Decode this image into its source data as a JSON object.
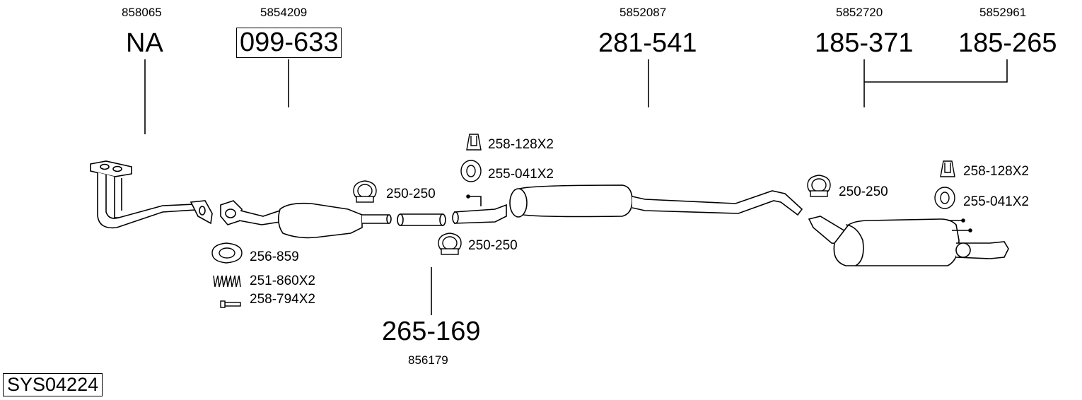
{
  "system_code": "SYS04224",
  "parts": [
    {
      "oe": "858065",
      "number": "NA"
    },
    {
      "oe": "5854209",
      "number": "099-633"
    },
    {
      "oe": "5852087",
      "number": "281-541"
    },
    {
      "oe": "5852720",
      "number": "185-371"
    },
    {
      "oe": "5852961",
      "number": "185-265"
    },
    {
      "oe": "856179",
      "number": "265-169"
    }
  ],
  "fittings": {
    "gasket": "256-859",
    "spring": "251-860X2",
    "bolt": "258-794X2",
    "clamp_a": "250-250",
    "clamp_b": "250-250",
    "clamp_c": "250-250",
    "bracket_mid": "258-128X2",
    "rubber_mid": "255-041X2",
    "bracket_rear": "258-128X2",
    "rubber_rear": "255-041X2"
  }
}
